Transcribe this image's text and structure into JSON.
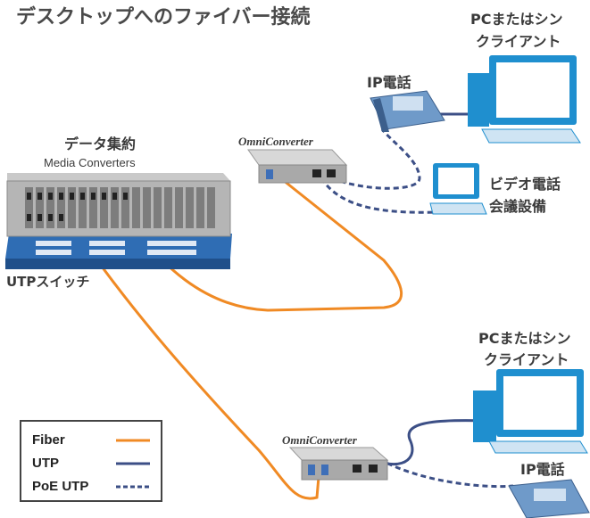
{
  "title": "デスクトップへのファイバー接続",
  "labels": {
    "pc_top": [
      "PCまたはシン",
      "クライアント"
    ],
    "ip_phone_top": "IP電話",
    "aggregation": "データ集約",
    "media_converters": "Media Converters",
    "omni_top": "OmniConverter",
    "video_conf": [
      "ビデオ電話",
      "会議設備"
    ],
    "utp_switch": "UTPスイッチ",
    "pc_bottom": [
      "PCまたはシン",
      "クライアント"
    ],
    "omni_bottom": "OmniConverter",
    "ip_phone_bottom": "IP電話"
  },
  "legend": [
    {
      "label": "Fiber",
      "style": "solid",
      "color": "#f08a24"
    },
    {
      "label": "UTP",
      "style": "solid",
      "color": "#3c4f86"
    },
    {
      "label": "PoE UTP",
      "style": "dashed",
      "color": "#3c4f86"
    }
  ],
  "colors": {
    "fiber": "#f08a24",
    "utp": "#3c4f86",
    "monitor": "#1f8fcf",
    "phone": "#6f9ac9"
  }
}
